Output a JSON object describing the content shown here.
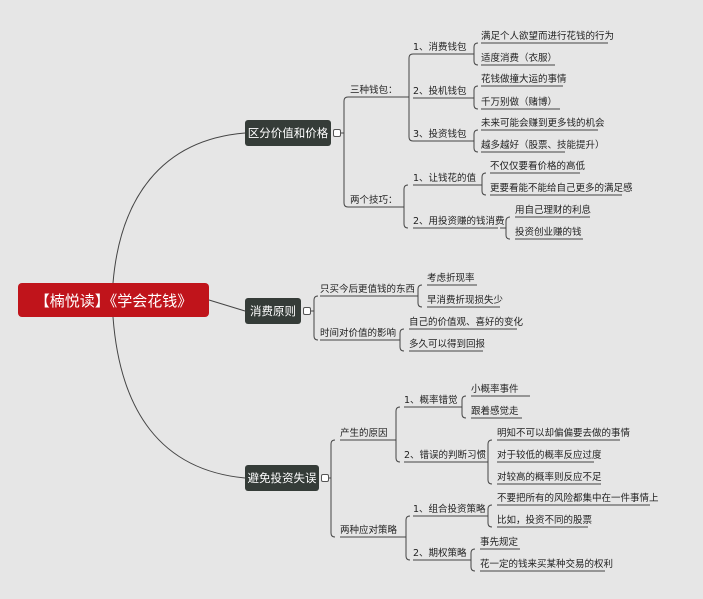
{
  "root": "【楠悦读】《学会花钱》",
  "branches": [
    {
      "label": "区分价值和价格",
      "children": [
        {
          "label": "三种钱包：",
          "children": [
            {
              "label": "1、消费钱包",
              "children": [
                "满足个人欲望而进行花钱的行为",
                "适度消费（衣服）"
              ]
            },
            {
              "label": "2、投机钱包",
              "children": [
                "花钱做撞大运的事情",
                "千万别做（赌博）"
              ]
            },
            {
              "label": "3、投资钱包",
              "children": [
                "未来可能会赚到更多钱的机会",
                "越多越好（股票、技能提升）"
              ]
            }
          ]
        },
        {
          "label": "两个技巧：",
          "children": [
            {
              "label": "1、让钱花的值",
              "children": [
                "不仅仅要看价格的高低",
                "更要看能不能给自己更多的满足感"
              ]
            },
            {
              "label": "2、用投资赚的钱消费",
              "children": [
                "用自己理财的利息",
                "投资创业赚的钱"
              ]
            }
          ]
        }
      ]
    },
    {
      "label": "消费原则",
      "children": [
        {
          "label": "只买今后更值钱的东西",
          "children": [
            "考虑折现率",
            "早消费折现损失少"
          ]
        },
        {
          "label": "时间对价值的影响",
          "children": [
            "自己的价值观、喜好的变化",
            "多久可以得到回报"
          ]
        }
      ]
    },
    {
      "label": "避免投资失误",
      "children": [
        {
          "label": "产生的原因",
          "children": [
            {
              "label": "1、概率错觉",
              "children": [
                "小概率事件",
                "跟着感觉走"
              ]
            },
            {
              "label": "2、错误的判断习惯",
              "children": [
                "明知不可以却偏偏要去做的事情",
                "对于较低的概率反应过度",
                "对较高的概率则反应不足"
              ]
            }
          ]
        },
        {
          "label": "两种应对策略",
          "children": [
            {
              "label": "1、组合投资策略",
              "children": [
                "不要把所有的风险都集中在一件事情上",
                "比如，投资不同的股票"
              ]
            },
            {
              "label": "2、期权策略",
              "children": [
                "事先规定",
                "花一定的钱来买某种交易的权利"
              ]
            }
          ]
        }
      ]
    }
  ]
}
